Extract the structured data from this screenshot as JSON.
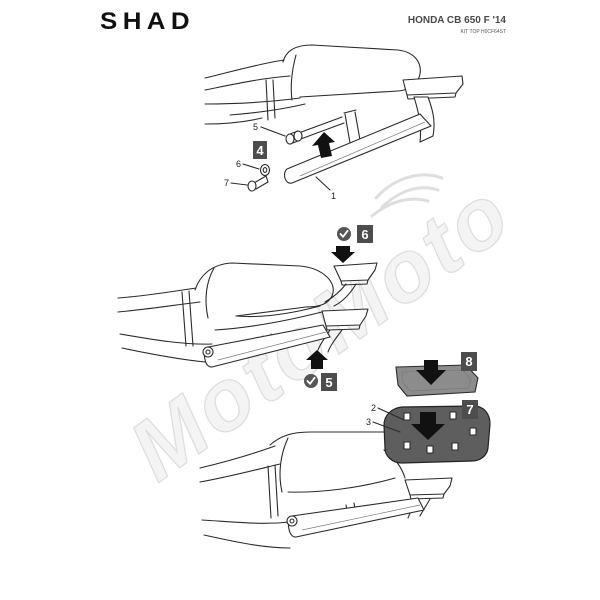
{
  "header": {
    "brand": "SHAD",
    "model": "HONDA CB 650 F '14",
    "kit": "KIT TOP H0CF64ST"
  },
  "watermark": {
    "text": "MotoMoto"
  },
  "colors": {
    "ink": "#2b2b2b",
    "badge": "#4d4d4d",
    "badge_text": "#ffffff",
    "check": "#555555",
    "top_plate": "#8c8c8c",
    "base_plate": "#5e5e5e",
    "watermark": "#dedede"
  },
  "panels": [
    {
      "badges": [
        "4"
      ],
      "parts": [
        "5",
        "6",
        "7",
        "1"
      ],
      "icons": [
        "arrow-up-icon"
      ]
    },
    {
      "badges": [
        "6",
        "5"
      ],
      "icons": [
        "check-icon",
        "arrow-down-icon",
        "check-icon",
        "arrow-up-icon"
      ]
    },
    {
      "badges": [
        "8",
        "7"
      ],
      "parts": [
        "2",
        "3"
      ],
      "icons": [
        "arrow-down-icon",
        "arrow-down-icon"
      ]
    }
  ]
}
